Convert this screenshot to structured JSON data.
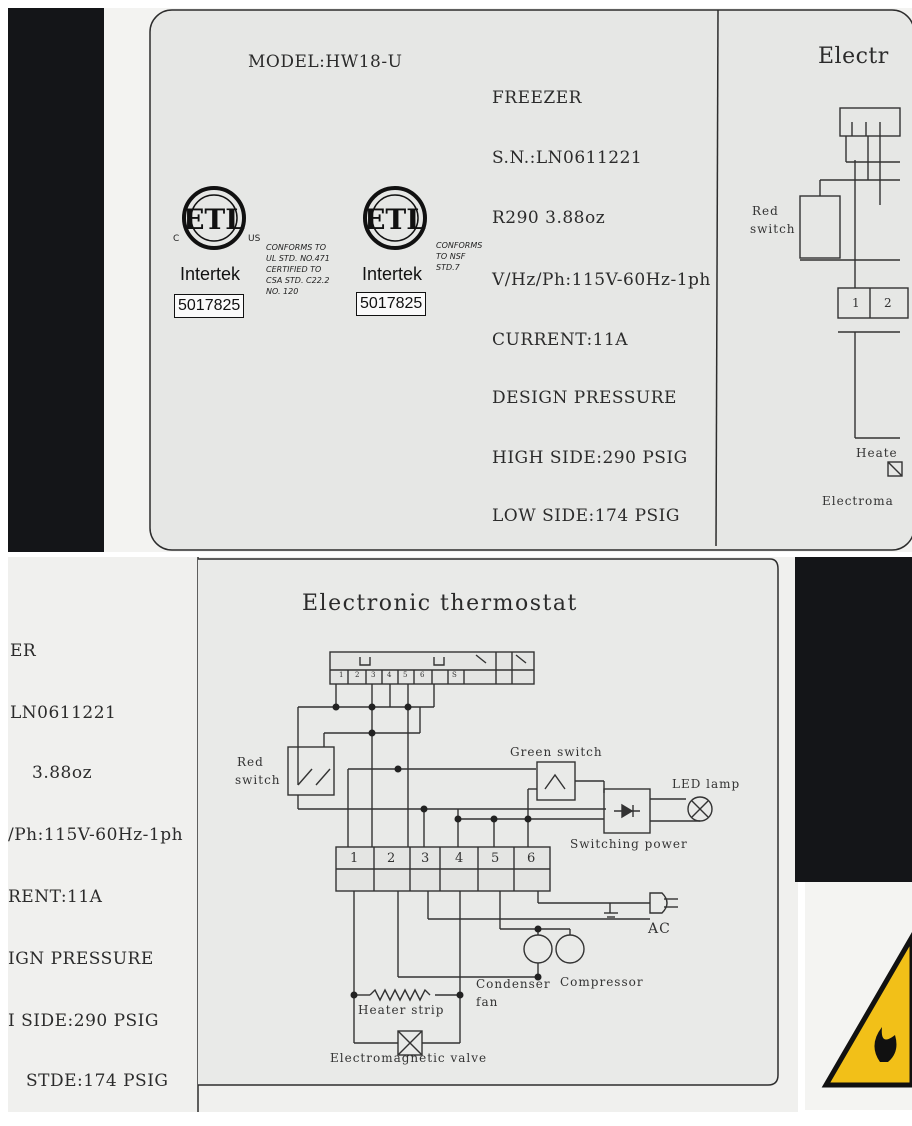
{
  "label_top": {
    "model": "MODEL:HW18-U",
    "freezer": "FREEZER",
    "serial": "S.N.:LN0611221",
    "refrigerant": "R290   3.88oz",
    "power": "V/Hz/Ph:115V-60Hz-1ph",
    "current": "CURRENT:11A",
    "design_pressure": "DESIGN PRESSURE",
    "high_side": "HIGH SIDE:290 PSIG",
    "low_side": "LOW  SIDE:174 PSIG",
    "cert_mark_1": {
      "brand": "Intertek",
      "number": "5017825",
      "c": "C",
      "us": "US",
      "text": [
        "CONFORMS TO",
        "UL STD. NO.471",
        "CERTIFIED TO",
        "CSA STD. C22.2",
        "NO. 120"
      ]
    },
    "cert_mark_2": {
      "brand": "Intertek",
      "number": "5017825",
      "text": [
        "CONFORMS",
        "TO NSF",
        "STD.7"
      ]
    },
    "partial_title": "Electr",
    "partial_red_switch": [
      "Red",
      "switch"
    ],
    "partial_terminals": [
      "1",
      "2"
    ],
    "partial_heater": "Heate",
    "partial_valve": "Electroma"
  },
  "label_bottom": {
    "partial_freezer": "ER",
    "partial_serial": "LN0611221",
    "partial_refrigerant": "3.88oz",
    "partial_power": "/Ph:115V-60Hz-1ph",
    "partial_current": "RENT:11A",
    "partial_design": "IGN PRESSURE",
    "partial_high": "I SIDE:290 PSIG",
    "partial_low": "STDE:174 PSIG"
  },
  "diagram": {
    "title": "Electronic thermostat",
    "red_switch": [
      "Red",
      "switch"
    ],
    "green_switch": "Green switch",
    "led_lamp": "LED lamp",
    "switching_power": "Switching power",
    "terminals": [
      "1",
      "2",
      "3",
      "4",
      "5",
      "6"
    ],
    "ac": "AC",
    "condenser_fan": [
      "Condenser",
      "fan"
    ],
    "compressor": "Compressor",
    "heater_strip": "Heater strip",
    "electromagnetic_valve": "Electromagnetic valve",
    "controller_terminals": [
      "1",
      "2",
      "3",
      "4",
      "5",
      "6",
      "S"
    ]
  },
  "colors": {
    "paper": "#ededeb",
    "frame_dark": "#151618",
    "ink": "#222222",
    "warning_yellow": "#f2c018"
  }
}
